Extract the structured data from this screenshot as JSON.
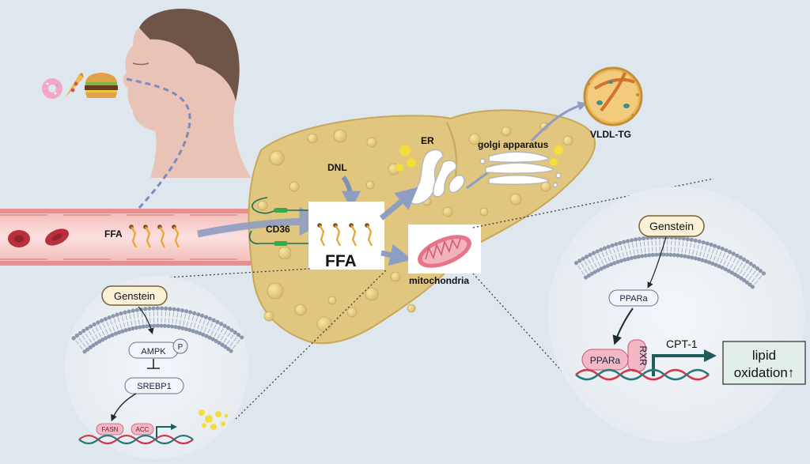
{
  "labels": {
    "ffa_vessel": "FFA",
    "cd36": "CD36",
    "dnl": "DNL",
    "ffa_box": "FFA",
    "er": "ER",
    "golgi": "golgi apparatus",
    "vldl": "VLDL-TG",
    "mitochondria": "mitochondria"
  },
  "left_inset": {
    "genstein": "Genstein",
    "ampk": "AMPK",
    "phospho": "P",
    "srebp1": "SREBP1",
    "fasn": "FASN",
    "acc": "ACC"
  },
  "right_inset": {
    "genstein": "Genstein",
    "ppara_top": "PPARa",
    "ppara_bottom": "PPARa",
    "rxr": "RXR",
    "cpt1": "CPT-1",
    "result_line1": "lipid",
    "result_line2": "oxidation↑"
  },
  "colors": {
    "background": "#dfe7ee",
    "liver": "#e0c67e",
    "liver_outline": "#c9a75a",
    "arrow": "#8e9ec2",
    "genstein_fill": "#fbf1d6",
    "genstein_stroke": "#7a6138",
    "ppara_fill": "#f3b8c6",
    "result_fill": "#e1eee9",
    "dna_red": "#cf3a4a",
    "dna_teal": "#2a7a7c"
  },
  "icons": [
    "human-head-icon",
    "donut-icon",
    "pizza-icon",
    "burger-icon",
    "red-blood-cell-icon",
    "fatty-acid-icon",
    "er-icon",
    "golgi-icon",
    "vldl-particle-icon",
    "mitochondria-icon",
    "lipid-droplet-icon",
    "membrane-bilayer-icon",
    "dna-icon"
  ]
}
